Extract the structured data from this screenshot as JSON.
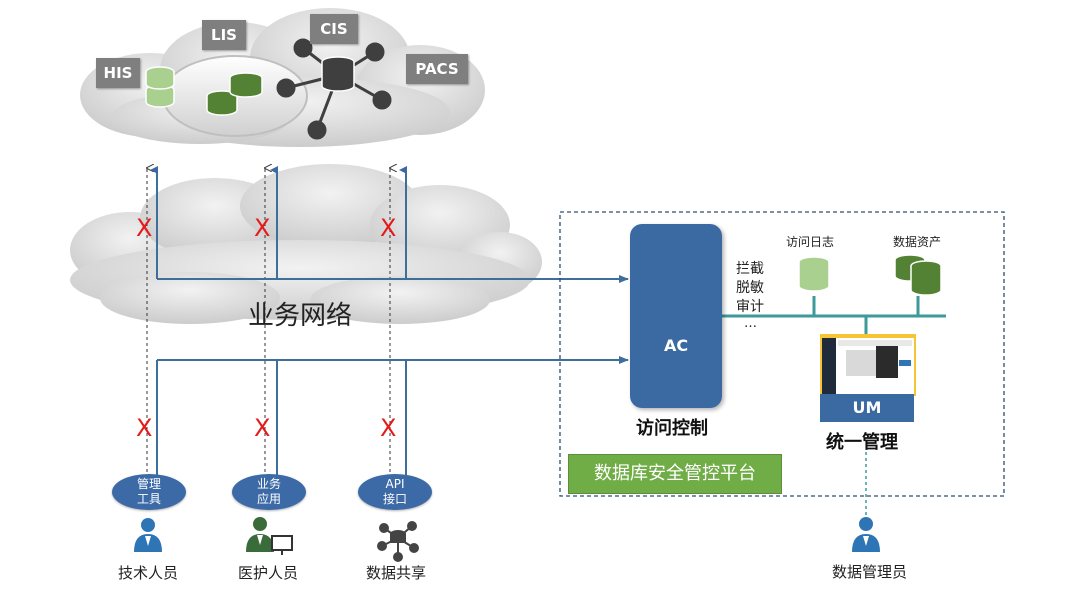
{
  "systems": {
    "his": "HIS",
    "lis": "LIS",
    "cis": "CIS",
    "pacs": "PACS"
  },
  "network_label": "业务网络",
  "blocked_mark": "X",
  "access": {
    "tool": "管理\n工具",
    "app": "业务\n应用",
    "api": "API\n接口"
  },
  "users": {
    "tech": "技术人员",
    "medical": "医护人员",
    "share": "数据共享",
    "admin": "数据管理员"
  },
  "platform": {
    "ac_label": "AC",
    "ac_caption": "访问控制",
    "functions": [
      "拦截",
      "脱敏",
      "审计",
      "…"
    ],
    "log_label": "访问日志",
    "asset_label": "数据资产",
    "um_label": "UM",
    "um_caption": "统一管理",
    "name": "数据库安全管控平台"
  },
  "colors": {
    "blue": "#3b6aa2",
    "green": "#70ad47",
    "teal": "#3e9a98",
    "red": "#e41b1b"
  }
}
